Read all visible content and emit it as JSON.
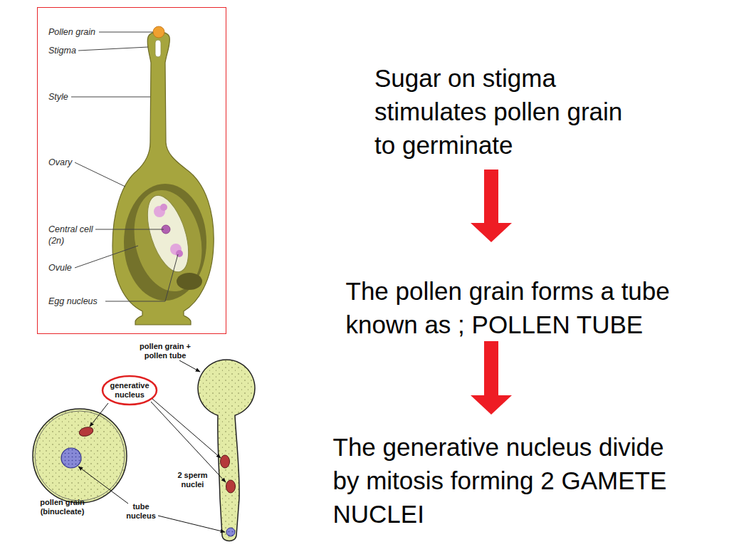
{
  "diagram": {
    "nodes": [
      {
        "text": [
          "Sugar on stigma stimulates pollen grain to germinate"
        ]
      },
      {
        "text": [
          "The pollen grain forms a tube known as ; POLLEN TUBE"
        ]
      },
      {
        "text": [
          "The generative nucleus divide by mitosis forming 2 GAMETE NUCLEI"
        ]
      },
      {
        "text": [
          "generative nucleus"
        ]
      }
    ],
    "edges": [
      {
        "from": 0,
        "to": 1,
        "arrow": "to"
      },
      {
        "from": 1,
        "to": 2,
        "arrow": "to"
      }
    ],
    "labels": [
      "Pollen grain",
      "Stigma",
      "Style",
      "Ovary",
      "Central cell (2n)",
      "Ovule",
      "Egg nucleus",
      "pollen grain + pollen tube",
      "2 sperm nuclei",
      "pollen grain (binucleate)",
      "tube nucleus"
    ]
  }
}
